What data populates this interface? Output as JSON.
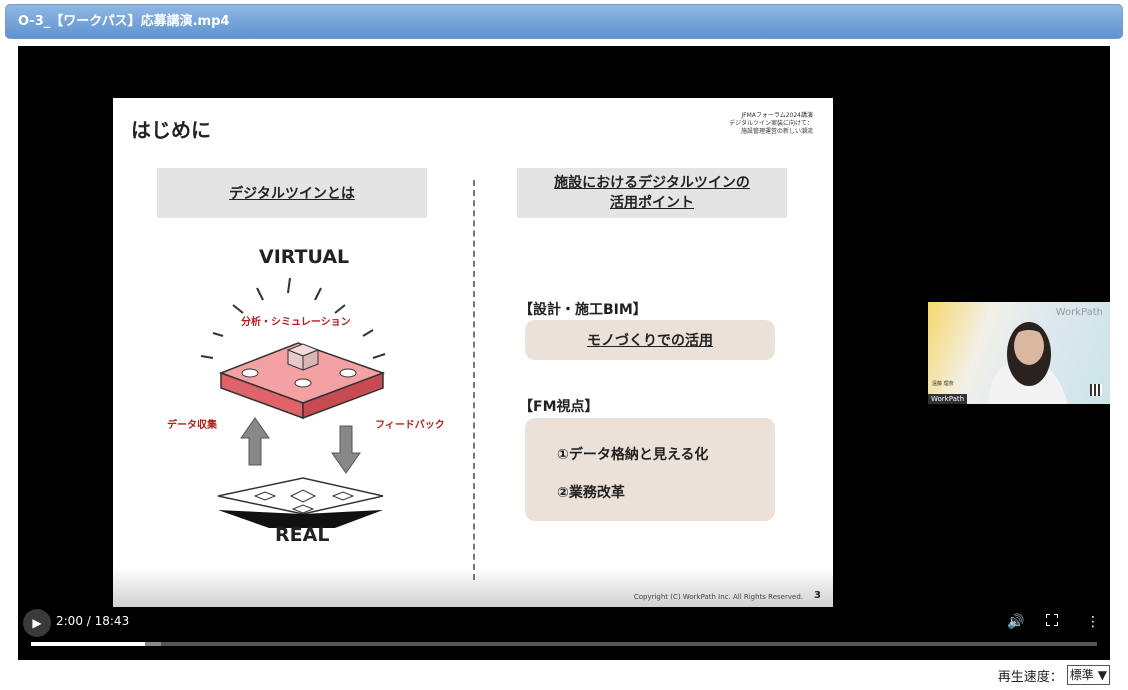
{
  "window": {
    "title": "O-3_【ワークパス】応募講演.mp4"
  },
  "slide": {
    "title": "はじめに",
    "meta_line1": "JFMAフォーラム2024講演",
    "meta_line2": "デジタルツイン実装に向けて：",
    "meta_line3": "施設管理運営の新しい潮流",
    "left_box": "デジタルツインとは",
    "right_box_line1": "施設におけるデジタルツインの",
    "right_box_line2": "活用ポイント",
    "virtual_label": "VIRTUAL",
    "real_label": "REAL",
    "analysis_label": "分析・シミュレーション",
    "data_collect_label": "データ収集",
    "feedback_label": "フィードバック",
    "section1_head": "【設計・施工BIM】",
    "section1_item": "モノづくりでの活用",
    "section2_head": "【FM視点】",
    "section2_item1": "①データ格納と見える化",
    "section2_item2": "②業務改革",
    "copyright": "Copyright (C) WorkPath Inc. All Rights Reserved.",
    "page_number": "3"
  },
  "pip": {
    "brand": "WorkPath",
    "tag": "WorkPath",
    "name": "遠藤 理奈"
  },
  "player": {
    "time_display": "2:00 / 18:43",
    "progress_fraction": 0.107,
    "buffer_fraction": 0.122,
    "icons": [
      "play-icon",
      "volume-icon",
      "fullscreen-icon",
      "more-options-icon"
    ]
  },
  "speed": {
    "label": "再生速度：",
    "selected": "標準"
  },
  "colors": {
    "titlebar": "#5f93cf",
    "accent_red": "#e0636a",
    "beige": "#ebe1d8"
  }
}
